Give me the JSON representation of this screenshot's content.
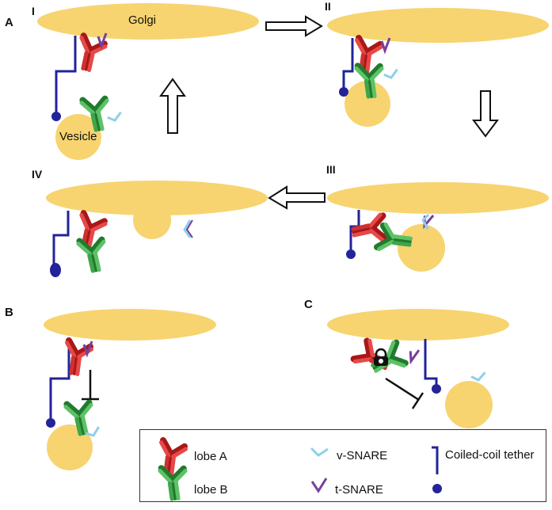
{
  "panels": {
    "a": "A",
    "b": "B",
    "c": "C"
  },
  "stages": {
    "i": "I",
    "ii": "II",
    "iii": "III",
    "iv": "IV"
  },
  "labels": {
    "golgi": "Golgi",
    "vesicle": "Vesicle"
  },
  "legend": {
    "lobe_a": "lobe A",
    "lobe_b": "lobe B",
    "v_snare": "v-SNARE",
    "t_snare": "t-SNARE",
    "tether": "Coiled-coil tether"
  },
  "colors": {
    "golgi": "#f7d470",
    "lobe_a": "#dd2a2a",
    "lobe_b": "#3fa64a",
    "v_snare": "#8fd0e8",
    "t_snare": "#7a3d9c",
    "tether": "#23239a"
  }
}
